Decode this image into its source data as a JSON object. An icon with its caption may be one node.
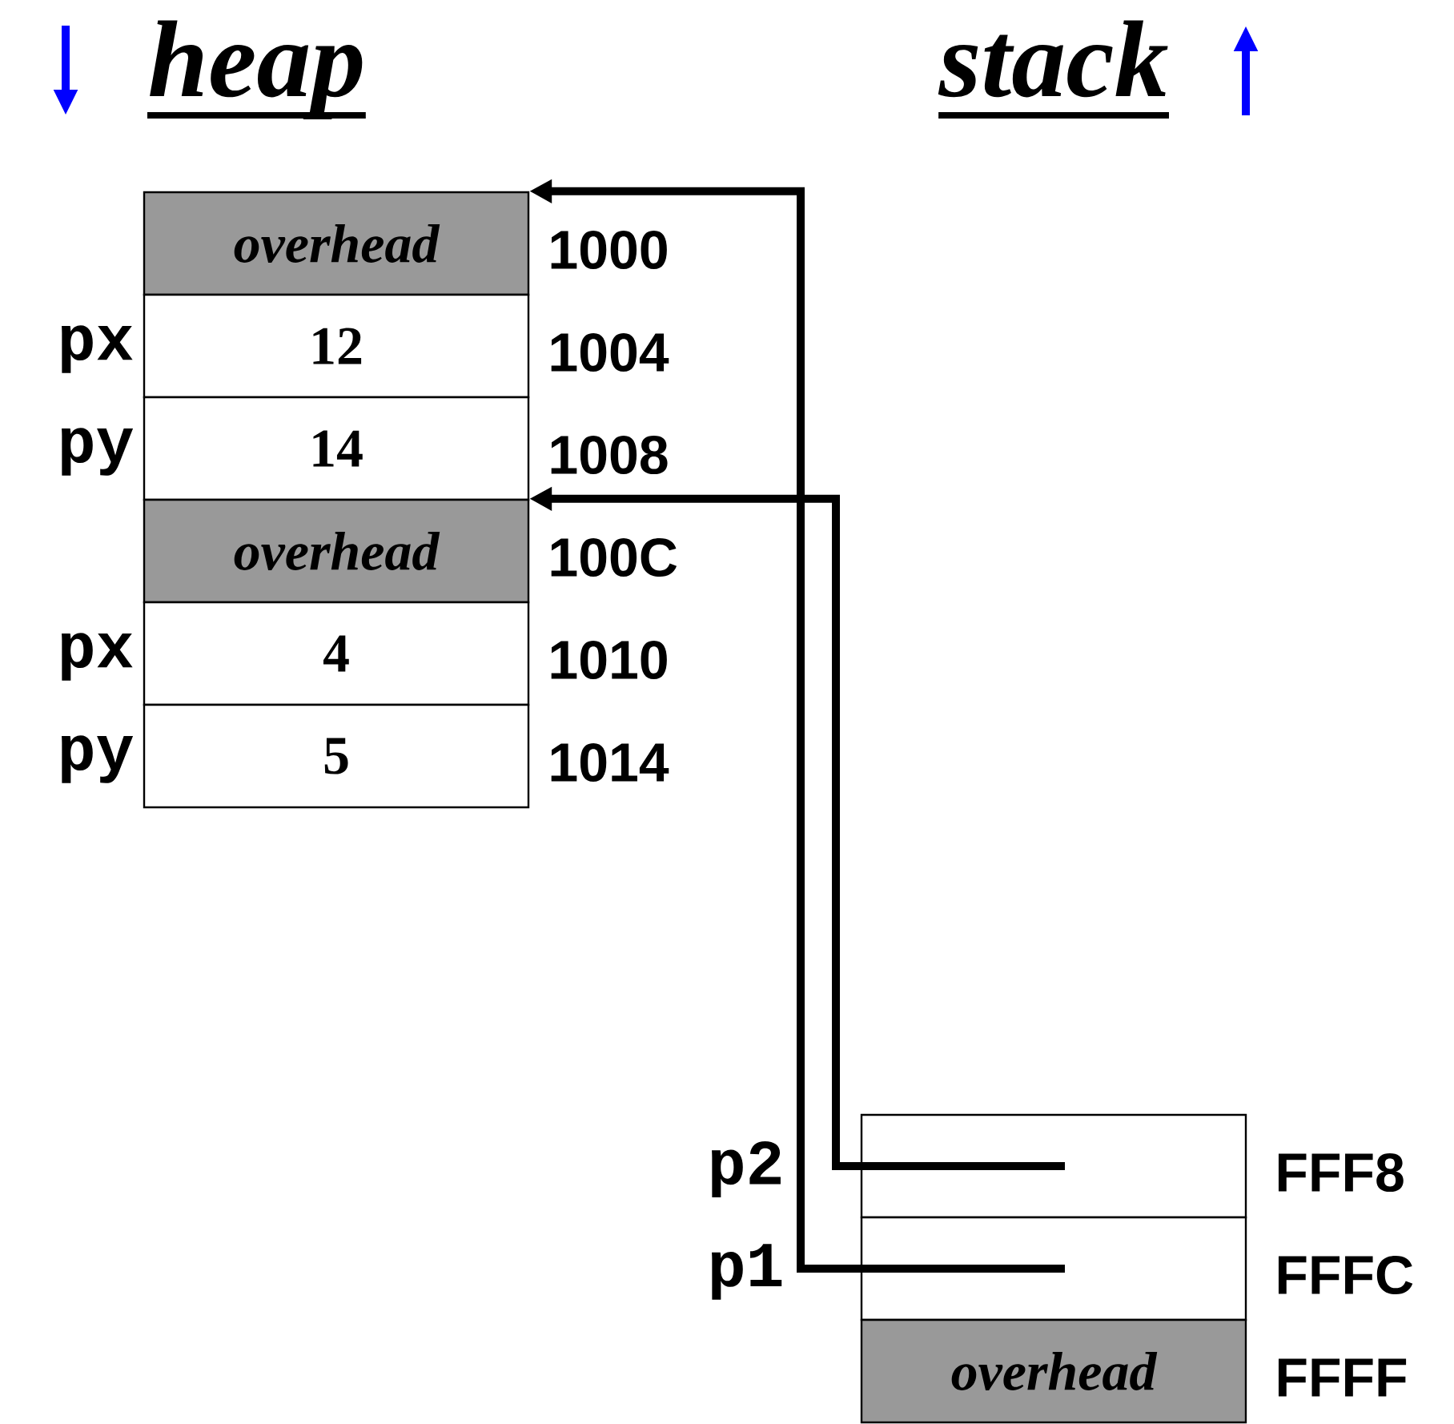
{
  "diagram": {
    "nodes": [
      {
        "text": [
          "overhead"
        ],
        "beside": [
          "1000"
        ]
      },
      {
        "text": [
          "12"
        ],
        "beside": [
          "px",
          "1004"
        ]
      },
      {
        "text": [
          "14"
        ],
        "beside": [
          "py",
          "1008"
        ]
      },
      {
        "text": [
          "overhead"
        ],
        "beside": [
          "100C"
        ]
      },
      {
        "text": [
          "4"
        ],
        "beside": [
          "px",
          "1010"
        ]
      },
      {
        "text": [
          "5"
        ],
        "beside": [
          "py",
          "1014"
        ]
      },
      {
        "text": [],
        "shape": "box",
        "beside": [
          "p2",
          "FFF8"
        ]
      },
      {
        "text": [],
        "shape": "box",
        "beside": [
          "p1",
          "FFFC"
        ]
      },
      {
        "text": [
          "overhead"
        ],
        "beside": [
          "FFFF"
        ]
      }
    ],
    "edges": [
      {
        "from": 7,
        "to": 0,
        "arrow": "to"
      },
      {
        "from": 6,
        "to": 3,
        "arrow": "to"
      }
    ],
    "labels": [
      "heap",
      "stack"
    ]
  }
}
